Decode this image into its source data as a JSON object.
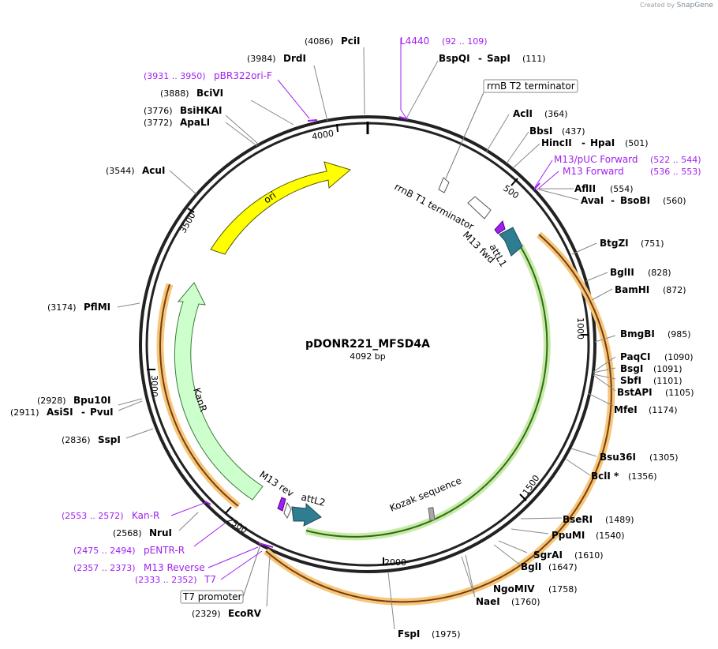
{
  "credit": {
    "prefix": "Created by",
    "brand": "SnapGene"
  },
  "plasmid": {
    "name": "pDONR221_MFSD4A",
    "length": "4092 bp"
  },
  "ruler_ticks": [
    "500",
    "1000",
    "1500",
    "2000",
    "2500",
    "3000",
    "3500",
    "4000"
  ],
  "features": {
    "rrnB_T2": "rrnB T2 terminator",
    "rrnB_T1": "rrnB T1 terminator",
    "m13_fwd": "M13 fwd",
    "attL1": "attL1",
    "ori": "ori",
    "kanR": "KanR",
    "m13_rev": "M13 rev",
    "attL2": "attL2",
    "kozak": "Kozak sequence",
    "t7_promoter": "T7 promoter"
  },
  "sites": [
    {
      "pos": "(4086)",
      "name": "PciI"
    },
    {
      "pos": "(3984)",
      "name": "DrdI"
    },
    {
      "pos": "(3888)",
      "name": "BciVI"
    },
    {
      "pos": "(3776)",
      "name": "BsiHKAI"
    },
    {
      "pos": "(3772)",
      "name": "ApaLI"
    },
    {
      "pos": "(3544)",
      "name": "AcuI"
    },
    {
      "pos": "(3174)",
      "name": "PflMI"
    },
    {
      "pos": "(2928)",
      "name": "Bpu10I"
    },
    {
      "pos": "(2911)",
      "name": "AsiSI",
      "name2": "PvuI"
    },
    {
      "pos": "(2836)",
      "name": "SspI"
    },
    {
      "pos": "(2568)",
      "name": "NruI"
    },
    {
      "pos": "(2329)",
      "name": "EcoRV"
    },
    {
      "pos": "(1975)",
      "name": "FspI"
    },
    {
      "pos": "(1760)",
      "name": "NaeI"
    },
    {
      "pos": "(1758)",
      "name": "NgoMIV"
    },
    {
      "pos": "(1647)",
      "name": "BglI"
    },
    {
      "pos": "(1610)",
      "name": "SgrAI"
    },
    {
      "pos": "(1540)",
      "name": "PpuMI"
    },
    {
      "pos": "(1489)",
      "name": "BseRI"
    },
    {
      "pos": "(1356)",
      "name": "BclI *"
    },
    {
      "pos": "(1305)",
      "name": "Bsu36I"
    },
    {
      "pos": "(1174)",
      "name": "MfeI"
    },
    {
      "pos": "(1105)",
      "name": "BstAPI"
    },
    {
      "pos": "(1101)",
      "name": "SbfI"
    },
    {
      "pos": "(1091)",
      "name": "BsgI"
    },
    {
      "pos": "(1090)",
      "name": "PaqCI"
    },
    {
      "pos": "(985)",
      "name": "BmgBI"
    },
    {
      "pos": "(872)",
      "name": "BamHI"
    },
    {
      "pos": "(828)",
      "name": "BglII"
    },
    {
      "pos": "(751)",
      "name": "BtgZI"
    },
    {
      "pos": "(560)",
      "name": "AvaI",
      "name2": "BsoBI"
    },
    {
      "pos": "(554)",
      "name": "AflII"
    },
    {
      "pos": "(501)",
      "name": "HincII",
      "name2": "HpaI"
    },
    {
      "pos": "(437)",
      "name": "BbsI"
    },
    {
      "pos": "(364)",
      "name": "AclI"
    },
    {
      "pos": "(111)",
      "name": "BspQI",
      "name2": "SapI"
    }
  ],
  "primers": [
    {
      "name": "L4440",
      "range": "(92 .. 109)"
    },
    {
      "name": "pBR322ori-F",
      "range": "(3931 .. 3950)"
    },
    {
      "name": "M13/pUC Forward",
      "range": "(522 .. 544)"
    },
    {
      "name": "M13 Forward",
      "range": "(536 .. 553)"
    },
    {
      "name": "Kan-R",
      "range": "(2553 .. 2572)"
    },
    {
      "name": "pENTR-R",
      "range": "(2475 .. 2494)"
    },
    {
      "name": "M13 Reverse",
      "range": "(2357 .. 2373)"
    },
    {
      "name": "T7",
      "range": "(2333 .. 2352)"
    }
  ],
  "colors": {
    "backbone": "#000000",
    "ori": "#ffff00",
    "kanR": "#ccffcc",
    "orf_orange": "#f5a623",
    "attL": "#2e7d91",
    "primer": "#a020f0",
    "kozak": "#a0a0a0"
  }
}
